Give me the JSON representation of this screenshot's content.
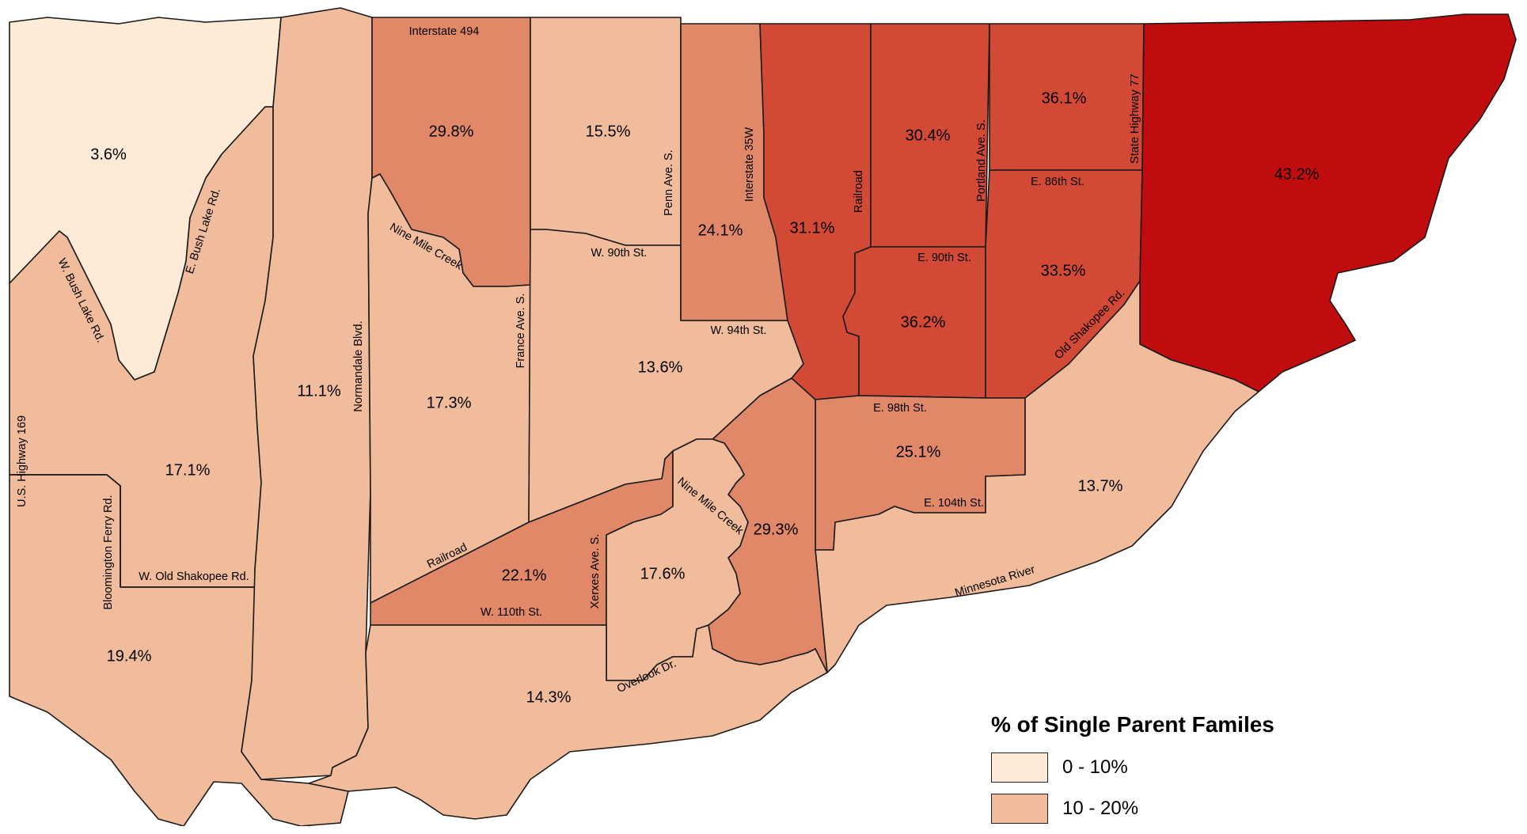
{
  "colors": {
    "class_0_10": "#fdebd8",
    "class_10_20": "#f0bc9c",
    "class_20_30": "#e18868",
    "class_30_40": "#d24a36",
    "class_40_plus": "#c00c0e"
  },
  "regions": [
    {
      "id": "nw",
      "value": "3.6%",
      "class": "class_0_10"
    },
    {
      "id": "west-mid",
      "value": "17.1%",
      "class": "class_10_20"
    },
    {
      "id": "southwest",
      "value": "19.4%",
      "class": "class_10_20"
    },
    {
      "id": "normandale",
      "value": "11.1%",
      "class": "class_10_20"
    },
    {
      "id": "i494-france",
      "value": "29.8%",
      "class": "class_20_30"
    },
    {
      "id": "france-west",
      "value": "17.3%",
      "class": "class_10_20"
    },
    {
      "id": "penn-north",
      "value": "15.5%",
      "class": "class_10_20"
    },
    {
      "id": "penn-south",
      "value": "13.6%",
      "class": "class_10_20"
    },
    {
      "id": "i35w",
      "value": "24.1%",
      "class": "class_20_30"
    },
    {
      "id": "railroad-east",
      "value": "31.1%",
      "class": "class_30_40"
    },
    {
      "id": "portland-north",
      "value": "30.4%",
      "class": "class_30_40"
    },
    {
      "id": "e90th",
      "value": "36.2%",
      "class": "class_30_40"
    },
    {
      "id": "hwy77-north",
      "value": "36.1%",
      "class": "class_30_40"
    },
    {
      "id": "e86th",
      "value": "33.5%",
      "class": "class_30_40"
    },
    {
      "id": "east",
      "value": "43.2%",
      "class": "class_40_plus"
    },
    {
      "id": "e98th",
      "value": "25.1%",
      "class": "class_20_30"
    },
    {
      "id": "river",
      "value": "13.7%",
      "class": "class_10_20"
    },
    {
      "id": "ninemile",
      "value": "29.3%",
      "class": "class_20_30"
    },
    {
      "id": "xerxes-west",
      "value": "22.1%",
      "class": "class_20_30"
    },
    {
      "id": "xerxes-east",
      "value": "17.6%",
      "class": "class_10_20"
    },
    {
      "id": "south",
      "value": "14.3%",
      "class": "class_10_20"
    }
  ],
  "road_labels": [
    "Interstate 494",
    "E. Bush Lake Rd.",
    "W. Bush Lake Rd.",
    "Nine Mile Creek",
    "France Ave. S.",
    "Normandale Blvd.",
    "U.S. Highway 169",
    "Bloomington Ferry Rd.",
    "W. Old Shakopee Rd.",
    "W. 90th St.",
    "Penn Ave. S.",
    "Interstate 35W",
    "W. 94th St.",
    "Railroad",
    "Railroad",
    "Portland Ave. S.",
    "State Highway 77",
    "E. 86th St.",
    "E. 90th St.",
    "Old Shakopee Rd.",
    "E. 98th St.",
    "E. 104th St.",
    "Nine Mile Creek",
    "Xerxes Ave. S.",
    "W. 110th St.",
    "Overlook Dr.",
    "Minnesota River"
  ],
  "legend": {
    "title": "% of Single Parent Familes",
    "items": [
      {
        "label": "0 - 10%",
        "class": "class_0_10"
      },
      {
        "label": "10 - 20%",
        "class": "class_10_20"
      }
    ]
  }
}
